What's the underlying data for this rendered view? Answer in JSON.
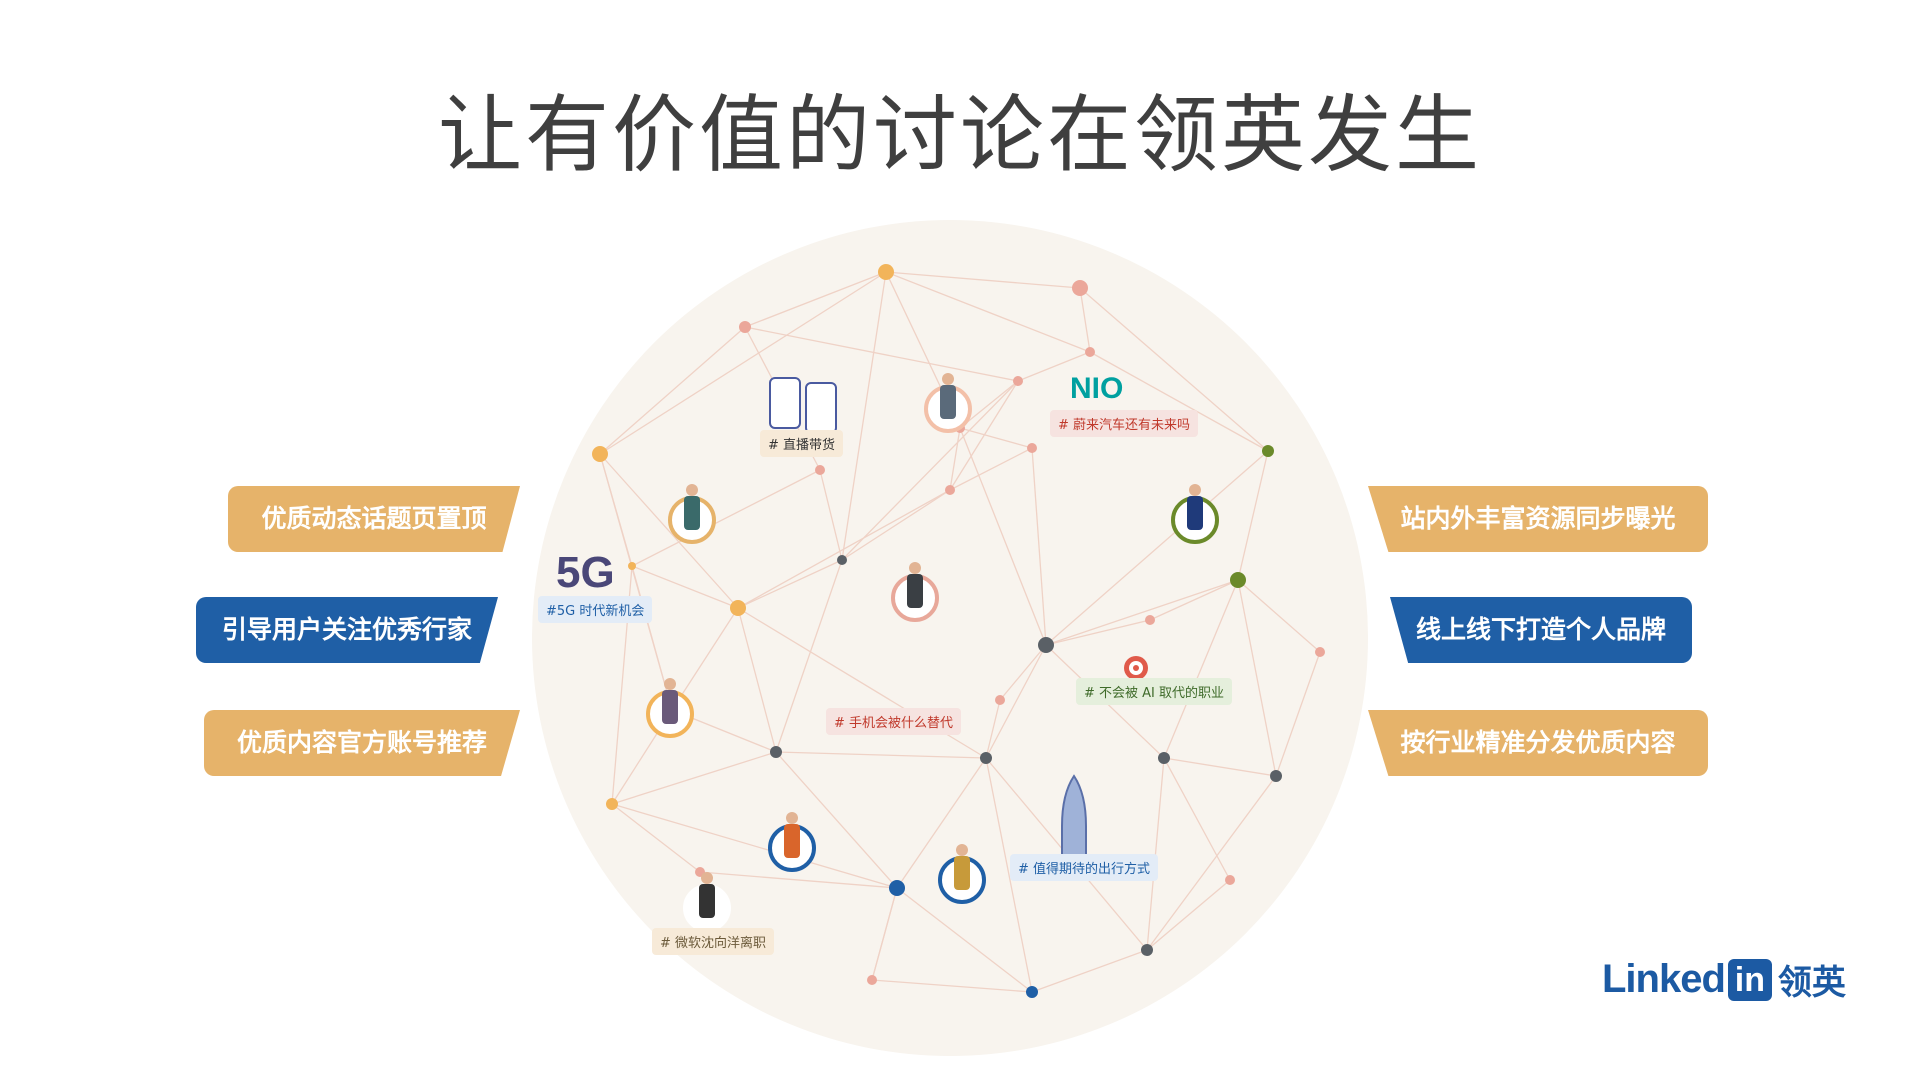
{
  "title": "让有价值的讨论在领英发生",
  "left_labels": [
    "优质动态话题页置顶",
    "引导用户关注优秀行家",
    "优质内容官方账号推荐"
  ],
  "right_labels": [
    "站内外丰富资源同步曝光",
    "线上线下打造个人品牌",
    "按行业精准分发优质内容"
  ],
  "topics": [
    "# 直播带货",
    "# 蔚来汽车还有未来吗",
    "#5G 时代新机会",
    "# 手机会被什么替代",
    "# 不会被 AI 取代的职业",
    "# 值得期待的出行方式",
    "# 微软沈向洋离职"
  ],
  "icons": {
    "fiveg": "5G",
    "nio": "NIO"
  },
  "logo": {
    "text": "Linked",
    "in": "in",
    "cn": "领英"
  },
  "colors": {
    "gold": "#e6b36a",
    "blue": "#1f5fa6",
    "circle": "#f8f4ee",
    "line": "#efd2c6"
  }
}
